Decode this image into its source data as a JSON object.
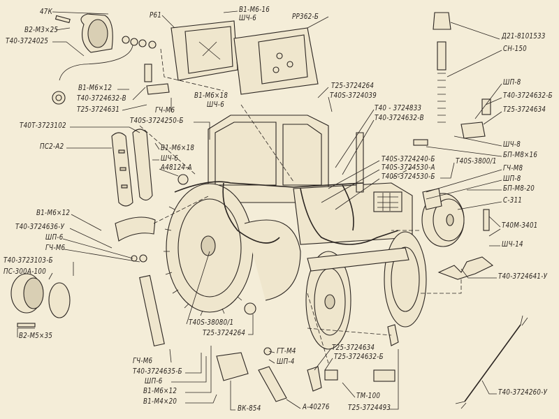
{
  "parts": [
    "47К",
    "В2-М3×25",
    "Т40-3724025",
    "Р61",
    "В1-М6-16",
    "ШЧ-6",
    "РР362-Б",
    "Д21-8101533",
    "СН-150",
    "В1-М6×12",
    "Т40-3724632-В",
    "Т25-3724631",
    "ГЧ-М6",
    "В1-М6×18",
    "ШЧ-6",
    "Т25-3724264",
    "Т40S-3724039",
    "Т40 - 3724833",
    "Т40-3724632-В",
    "ШП-8",
    "Т40-3724632-Б",
    "Т25-3724634",
    "Т40Т-3723102",
    "Т40S-3724250-Б",
    "ПС2-А2",
    "В1-М6×18",
    "ШЧ-6",
    "А48124-А",
    "ШЧ-8",
    "БП-М8×16",
    "Т40S-3724240-Б",
    "Т40S-3724530-А",
    "Т40S-3724530-Б",
    "Т40S-3800/1",
    "ГЧ-М8",
    "ШП-8",
    "БП-М8-20",
    "С-311",
    "Т40М-3401",
    "ШЧ-14",
    "Т40-3724641-У",
    "В1-М6×12",
    "Т40-3724636-У",
    "ШП-6",
    "ГЧ-М6",
    "Т40-3723103-Б",
    "ПС-300А-100",
    "В2-М5×35",
    "Т40S-38080/1",
    "Т25-3724264",
    "ГЧ-М6",
    "Т40-3724635-Б",
    "ШП-6",
    "В1-М6×12",
    "В1-М4×20",
    "ВК-854",
    "ГТ-М4",
    "ШП-4",
    "А-40276",
    "Т25-3724634",
    "Т25-3724632-Б",
    "ТМ-100",
    "Т25-3724493",
    "Т40-3724260-У"
  ]
}
